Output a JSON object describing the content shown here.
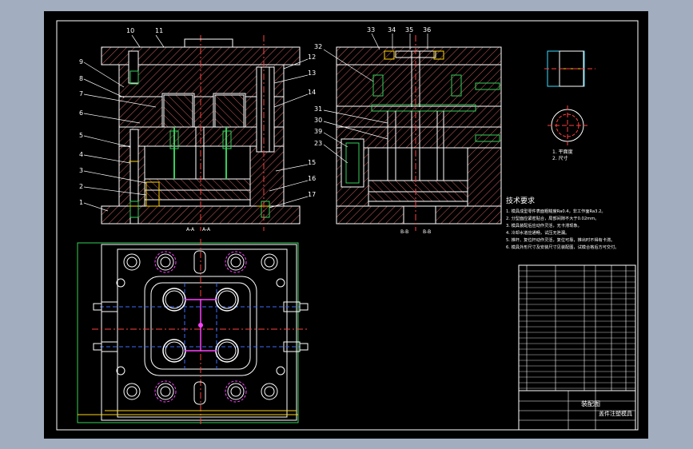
{
  "drawing": {
    "part_numbers_left": [
      "10",
      "11",
      "9",
      "8",
      "7",
      "6",
      "5",
      "4",
      "3",
      "2",
      "1",
      "12",
      "13",
      "14",
      "15",
      "16",
      "17"
    ],
    "part_numbers_right": [
      "33",
      "34",
      "35",
      "36",
      "32",
      "31",
      "30",
      "39",
      "23"
    ],
    "section_aa": "A-A",
    "section_bb": "B-B",
    "tech_title": "技术要求",
    "tech_lines": [
      "1. 模具成型零件表面粗糙度Ra0.4，非工作面Ra3.2。",
      "2. 分型面应紧密贴合，局部间隙不大于0.02mm。",
      "3. 模具装配后应动作灵活，无卡滞现象。",
      "4. 冷却水道应通畅，试压无泄漏。",
      "5. 推杆、复位杆动作灵活，复位可靠，推出时不得有卡滞。",
      "6. 模具外形尺寸及安装尺寸见装配图，试模合格后方可交付。"
    ],
    "detail_note": [
      "1. 平面度",
      "2. 尺寸"
    ],
    "title_block": {
      "drawing_name": "装配图",
      "part_name": "盖件注塑模具"
    }
  },
  "colors": {
    "sheet_bg": "#000000",
    "frame": "#ffffff",
    "hatch": "#ff4040",
    "green": "#34d058",
    "cyan": "#36e0ff",
    "yellow": "#ffd400",
    "magenta": "#ff40ff",
    "outer_bg": "#a2aebf"
  }
}
